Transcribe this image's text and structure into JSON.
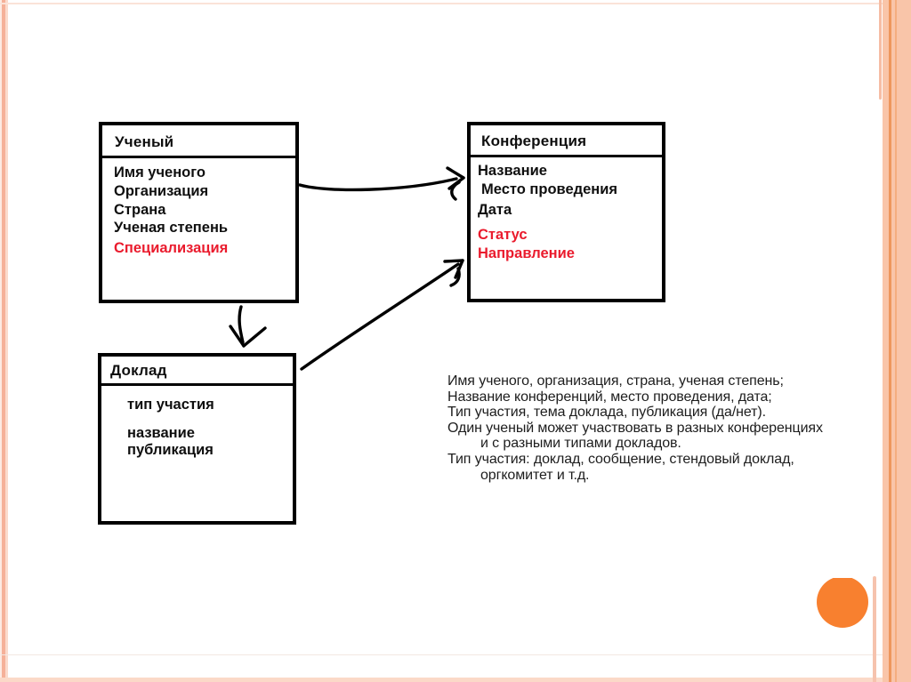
{
  "slide": {
    "background": "#ffffff",
    "accent_circle_color": "#f8802f",
    "accent_band_color": "#f9c5a9",
    "accent_band_line_color": "#ee975d",
    "accent_stripe_color": "#f5b199",
    "red_text_color": "#ea1b2d",
    "border_color": "#000000"
  },
  "entities": {
    "scientist": {
      "title": "Ученый",
      "fields": [
        {
          "text": "Имя ученого",
          "red": false
        },
        {
          "text": "Организация",
          "red": false
        },
        {
          "text": "Страна",
          "red": false
        },
        {
          "text": "Ученая степень",
          "red": false
        },
        {
          "text": "Специализация",
          "red": true
        }
      ]
    },
    "conference": {
      "title": "Конференция",
      "fields": [
        {
          "text": "Название",
          "red": false
        },
        {
          "text": "Место проведения",
          "red": false
        },
        {
          "text": "Дата",
          "red": false
        },
        {
          "text": "Статус",
          "red": true
        },
        {
          "text": "Направление",
          "red": true
        }
      ]
    },
    "report": {
      "title": "Доклад",
      "fields": [
        {
          "text": "тип участия",
          "red": false
        },
        {
          "text": "название",
          "red": false
        },
        {
          "text": "публикация",
          "red": false
        }
      ]
    }
  },
  "relationships": [
    {
      "from": "scientist",
      "to": "conference"
    },
    {
      "from": "scientist",
      "to": "report"
    },
    {
      "from": "report",
      "to": "conference"
    }
  ],
  "notes": {
    "line1": "Имя ученого, организация, страна, ученая степень;",
    "line2": "Название конференций, место проведения, дата;",
    "line3": "Тип участия, тема доклада, публикация (да/нет).",
    "line4": "Один ученый может участвовать в разных конференциях",
    "line5": "и с разными типами докладов.",
    "line6": "Тип участия: доклад, сообщение, стендовый доклад,",
    "line7": "оргкомитет и т.д."
  }
}
